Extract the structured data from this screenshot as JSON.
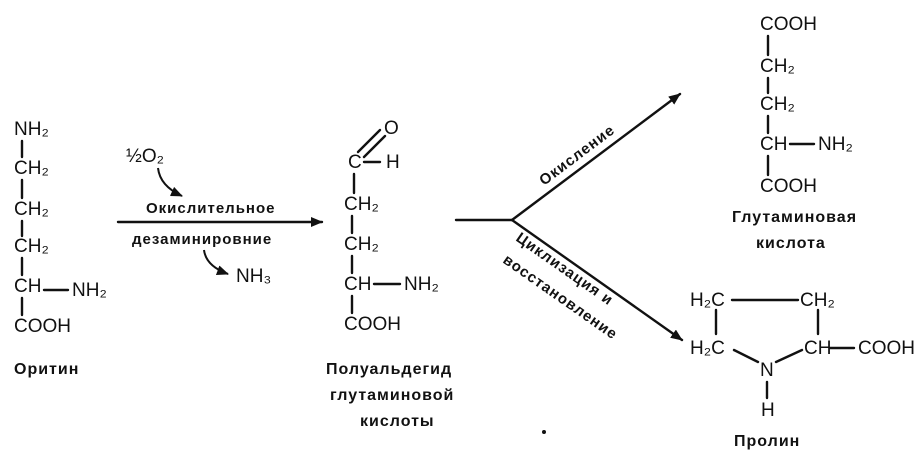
{
  "ornithine": {
    "groups": [
      "NH₂",
      "CH₂",
      "CH₂",
      "CH₂",
      "CH",
      "COOH"
    ],
    "side": "NH₂",
    "name": "Оритин"
  },
  "step1": {
    "oxygen": "½O₂",
    "label_top": "Окислительное",
    "label_bottom": "дезаминировние",
    "product": "NH₃"
  },
  "semialdehyde": {
    "aldehyde_o": "O",
    "aldehyde_h": "H",
    "c_label": "C",
    "groups": [
      "CH₂",
      "CH₂",
      "CH",
      "COOH"
    ],
    "side": "NH₂",
    "name_lines": [
      "Полуальдегид",
      "глутаминовой",
      "кислоты"
    ]
  },
  "oxidation": {
    "label": "Окисление"
  },
  "glutamic": {
    "groups": [
      "COOH",
      "CH₂",
      "CH₂",
      "CH",
      "COOH"
    ],
    "side": "NH₂",
    "name_lines": [
      "Глутаминовая",
      "кислота"
    ]
  },
  "cyclization": {
    "label_top": "Циклизация и",
    "label_bottom": "восстановление"
  },
  "proline": {
    "tl": "H₂C",
    "tr": "CH₂",
    "bl": "H₂C",
    "n": "N",
    "nh": "H",
    "ch": "CH",
    "cooh": "COOH",
    "name": "Пролин"
  }
}
